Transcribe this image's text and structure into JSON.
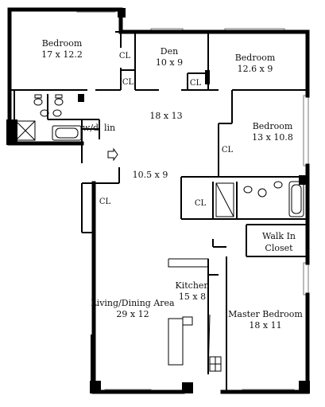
{
  "rooms": {
    "bedroom_nw": {
      "name": "Bedroom",
      "dims": "17 x 12.2"
    },
    "den": {
      "name": "Den",
      "dims": "10 x 9"
    },
    "bedroom_ne": {
      "name": "Bedroom",
      "dims": "12.6 x 9"
    },
    "hall": {
      "dims": "18 x 13"
    },
    "bedroom_e": {
      "name": "Bedroom",
      "dims": "13 x 10.8"
    },
    "foyer": {
      "dims": "10.5 x 9"
    },
    "walk_in_closet": {
      "line1": "Walk In",
      "line2": "Closet"
    },
    "kitchen": {
      "name": "Kitchen",
      "dims": "15 x 8"
    },
    "living": {
      "name": "Living/Dining Area",
      "dims": "29 x 12"
    },
    "master": {
      "name": "Master Bedroom",
      "dims": "18 x 11"
    }
  },
  "closets": {
    "cl_bedroom_nw": "CL",
    "cl_den_small": "CL",
    "cl_den_right": "CL",
    "cl_bedroom_e": "CL",
    "cl_foyer": "CL",
    "cl_hall_bath": "CL"
  },
  "utility": {
    "washer_dryer": "w/d",
    "linen": "lin"
  },
  "icons": {
    "entry": "entry-arrow-icon"
  }
}
